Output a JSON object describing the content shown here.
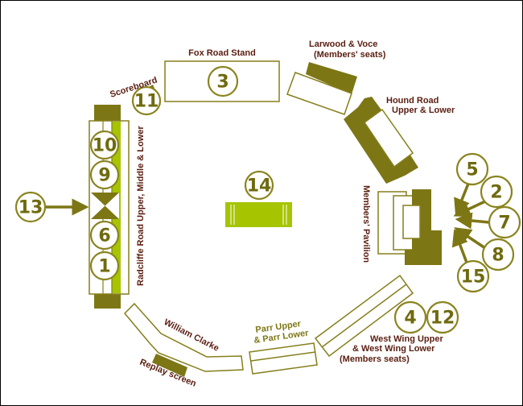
{
  "colors": {
    "olive": "#7d7615",
    "pitch": "#a6c400",
    "label_text": "#5a1e10"
  },
  "stands": {
    "fox_road": {
      "label": "Fox Road Stand",
      "number": "3"
    },
    "larwood_voce": {
      "label_line1": "Larwood & Voce",
      "label_line2": "(Members' seats)"
    },
    "hound_road": {
      "label_line1": "Hound Road",
      "label_line2": "Upper & Lower"
    },
    "pavilion": {
      "label": "Members' Pavilion",
      "numbers": [
        "5",
        "2",
        "7",
        "8",
        "15"
      ]
    },
    "radcliffe_road": {
      "label": "Radcliffe Road Upper, Middle & Lower",
      "numbers": [
        "10",
        "9",
        "6",
        "1"
      ],
      "entry_number": "13"
    },
    "scoreboard": {
      "label": "Scoreboard",
      "number": "11"
    },
    "pitch": {
      "number": "14"
    },
    "william_clarke": {
      "label": "William Clarke"
    },
    "replay_screen": {
      "label": "Replay screen"
    },
    "parr": {
      "label_line1": "Parr Upper",
      "label_line2": "& Parr Lower"
    },
    "west_wing": {
      "label_line1": "West Wing Upper",
      "label_line2": "& West Wing Lower",
      "label_line3": "(Members seats)",
      "numbers": [
        "4",
        "12"
      ]
    }
  }
}
